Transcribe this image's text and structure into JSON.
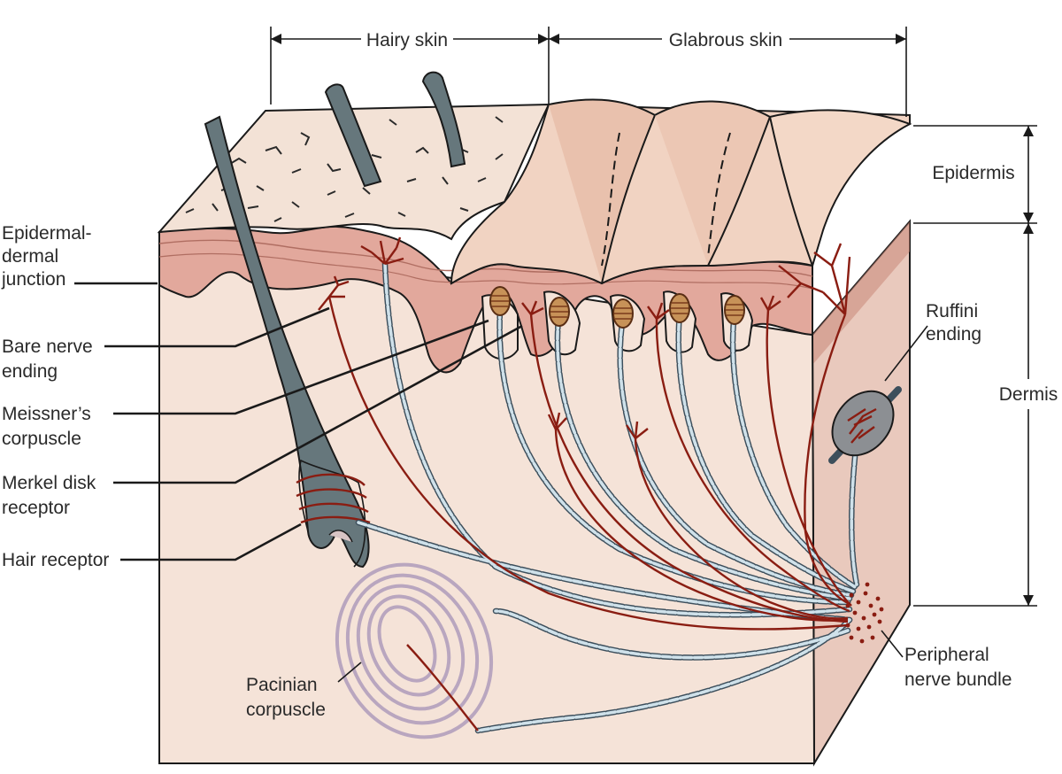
{
  "header": {
    "hairy_skin": "Hairy skin",
    "glabrous_skin": "Glabrous skin"
  },
  "layers": {
    "epidermis": "Epidermis",
    "dermis": "Dermis"
  },
  "left_labels": {
    "epidermal_dermal_junction": [
      "Epidermal-",
      "dermal",
      "junction"
    ],
    "bare_nerve_ending": [
      "Bare nerve",
      "ending"
    ],
    "meissners_corpuscle": [
      "Meissner’s",
      "corpuscle"
    ],
    "merkel_disk_receptor": [
      "Merkel disk",
      "receptor"
    ],
    "hair_receptor": [
      "Hair receptor"
    ]
  },
  "right_labels": {
    "ruffini_ending": [
      "Ruffini",
      "ending"
    ],
    "peripheral_nerve_bundle": [
      "Peripheral",
      "nerve bundle"
    ]
  },
  "inner_labels": {
    "pacinian_corpuscle": [
      "Pacinian",
      "corpuscle"
    ]
  },
  "colors": {
    "dermis": "#f5e3d8",
    "epidermis_band": "#cf8e82",
    "surface": "#f2d8c8",
    "hair": "#66777c",
    "nerve": "#8a1d12",
    "myelin": "#cfe1ea",
    "pacinian": "#b9a6bf"
  }
}
